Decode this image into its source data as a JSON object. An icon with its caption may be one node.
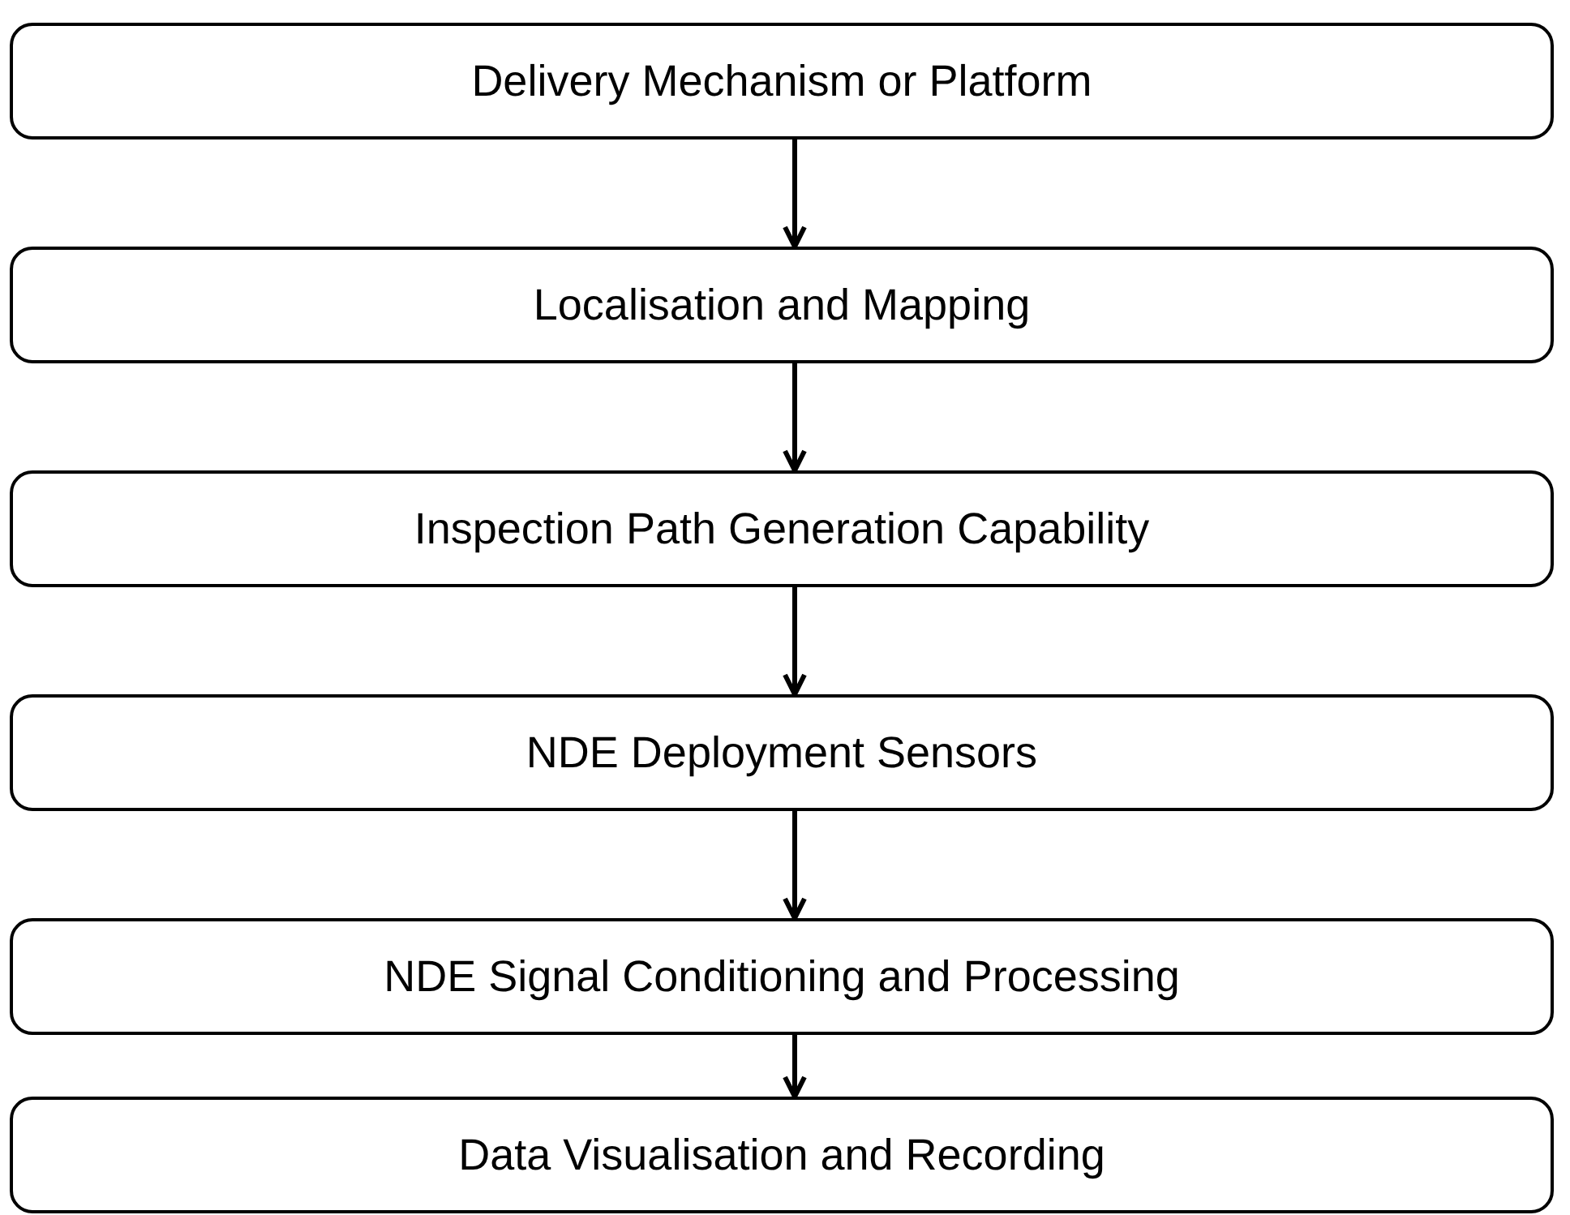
{
  "diagram": {
    "nodes": [
      {
        "text": [
          "Delivery Mechanism or Platform"
        ]
      },
      {
        "text": [
          "Localisation and Mapping"
        ]
      },
      {
        "text": [
          "Inspection Path Generation Capability"
        ]
      },
      {
        "text": [
          "NDE Deployment Sensors"
        ]
      },
      {
        "text": [
          "NDE Signal Conditioning and Processing"
        ]
      },
      {
        "text": [
          "Data Visualisation and Recording"
        ]
      }
    ],
    "edges": [
      {
        "from": 0,
        "to": 1,
        "arrow": "to"
      },
      {
        "from": 1,
        "to": 2,
        "arrow": "to"
      },
      {
        "from": 2,
        "to": 3,
        "arrow": "to"
      },
      {
        "from": 3,
        "to": 4,
        "arrow": "to"
      },
      {
        "from": 4,
        "to": 5,
        "arrow": "to"
      }
    ]
  }
}
